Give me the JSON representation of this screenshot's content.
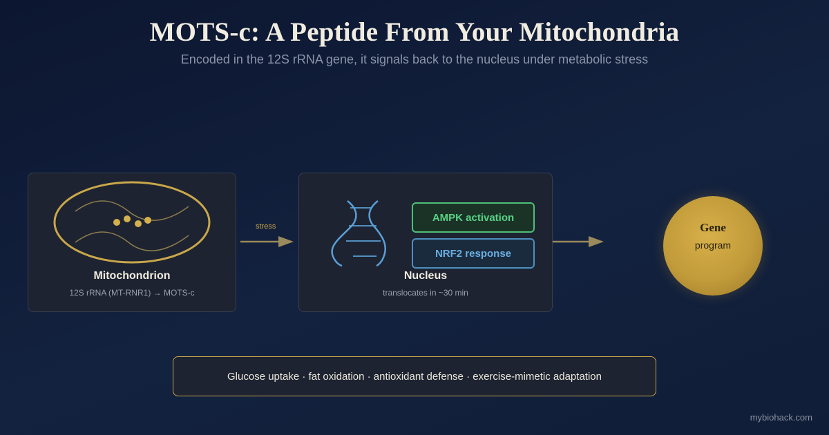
{
  "title": "MOTS-c: A Peptide From Your Mitochondria",
  "subtitle": "Encoded in the 12S rRNA gene, it signals back to the nucleus under metabolic stress",
  "mitochondrion": {
    "label": "Mitochondrion",
    "detail": "12S rRNA (MT-RNR1) → MOTS-c"
  },
  "stress_label": "stress",
  "nucleus": {
    "label": "Nucleus",
    "detail": "translocates in ~30 min",
    "pathways": [
      "AMPK activation",
      "NRF2 response"
    ]
  },
  "gene": {
    "title": "Gene",
    "subtitle": "program"
  },
  "effects": "Glucose uptake · fat oxidation · antioxidant defense · exercise-mimetic adaptation",
  "watermark": "mybiohack.com",
  "colors": {
    "background": "#0f1b36",
    "gold": "#c9a74a",
    "ampk_green": "#4fbf78",
    "nrf2_blue": "#4f8fbf",
    "dna_blue": "#5b9fd6"
  }
}
